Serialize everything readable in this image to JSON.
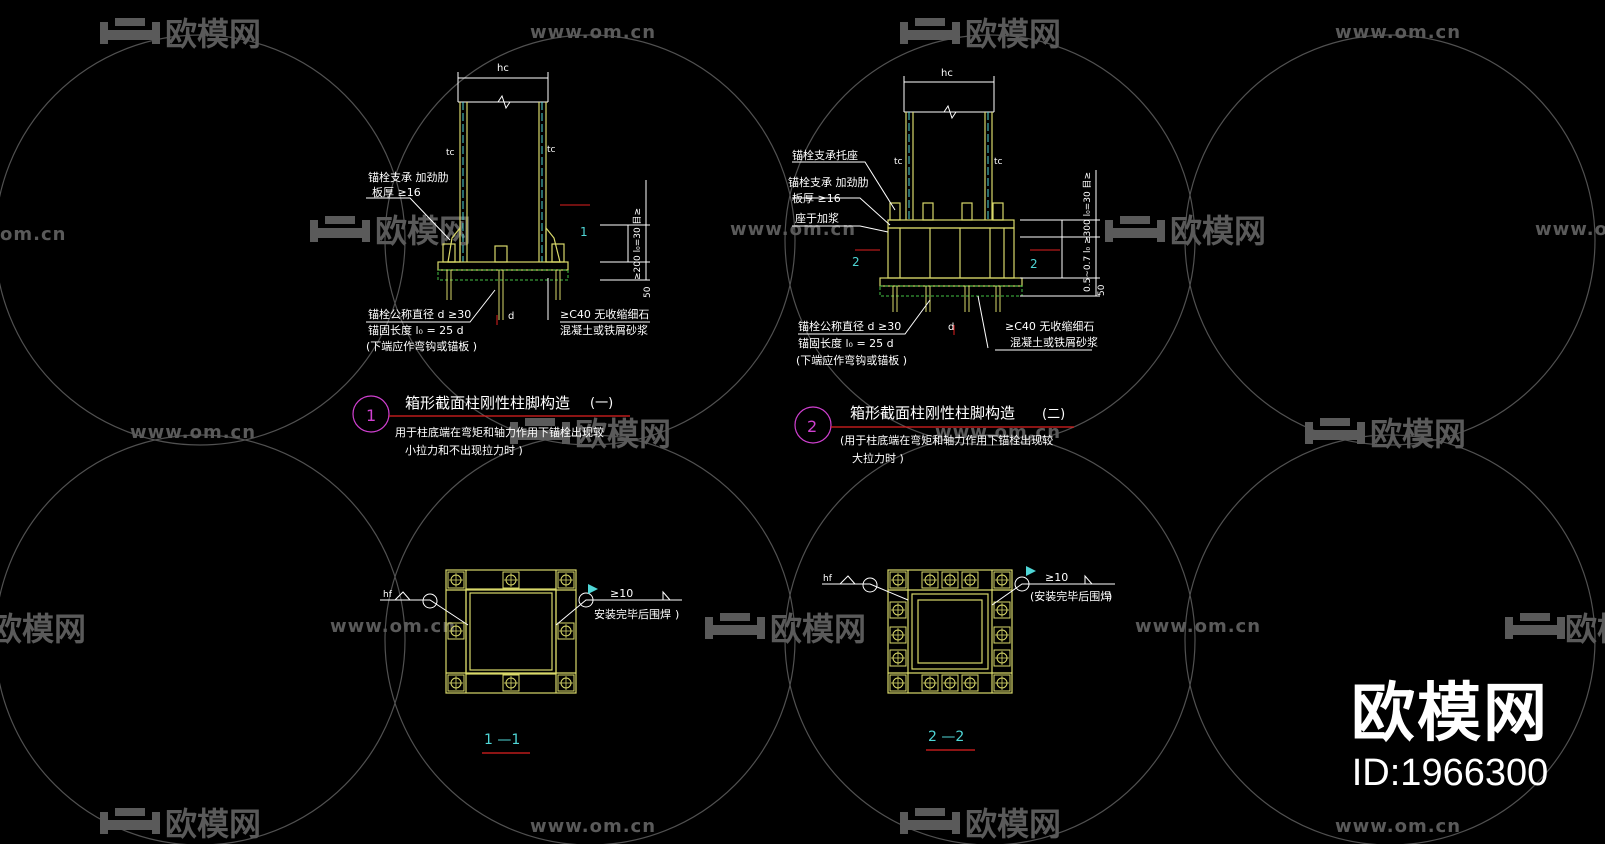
{
  "watermark": {
    "logo_text": "欧模网",
    "url_text": "www.om.cn",
    "url_short": "om.cn"
  },
  "brand": {
    "name": "欧模网",
    "id": "ID:1966300"
  },
  "colors": {
    "background": "#000000",
    "column": "#d9d96a",
    "dimension": "#ffffff",
    "label": "#ffffff",
    "leader_cyan": "#4fd6d6",
    "grout": "#44c244",
    "underline": "#e02020",
    "circle_magenta": "#d040d0",
    "watermark": "#5a5a5a"
  },
  "detail1": {
    "dim_top": "hc",
    "thickness_left": "tc",
    "thickness_right": "tc",
    "label_stiffener_line1": "锚栓支承 加劲肋",
    "label_stiffener_line2": "板厚 ≥16",
    "section_marker": "1",
    "side_dims": "≥200  l₀=30 目≥",
    "bottom_dim": "50",
    "label_bolt_line1": "锚栓公称直径  d ≥30",
    "label_bolt_line2": "锚固长度   l₀ = 25 d",
    "label_bolt_line3": "(下端应作弯钩或锚板    )",
    "dim_d": "d",
    "label_grout_line1": "≥C40  无收缩细石",
    "label_grout_line2": "混凝土或铁屑砂浆",
    "number": "1",
    "title": "箱形截面柱刚性柱脚构造",
    "title_suffix": "(一)",
    "note_line1": "用于柱底端在弯矩和轴力作用下锚栓出现较",
    "note_line2": "小拉力和不出现拉力时      )"
  },
  "detail2": {
    "dim_top": "hc",
    "thickness_left": "tc",
    "thickness_right": "tc",
    "label_support": "锚栓支承托座",
    "label_stiffener_line1": "锚栓支承 加劲肋",
    "label_stiffener_line2": "板厚 ≥16",
    "label_shim": "座于加浆",
    "section_marker": "2",
    "side_dims": "0.5~0.7 l₀  ≥300  l₀=30 目≥",
    "bottom_dim": "50",
    "label_bolt_line1": "锚栓公称直径  d ≥30",
    "label_bolt_line2": "锚固长度   l₀ = 25 d",
    "label_bolt_line3": "(下端应作弯钩或锚板    )",
    "dim_d": "d",
    "label_grout_line1": "≥C40  无收缩细石",
    "label_grout_line2": "混凝土或铁屑砂浆",
    "number": "2",
    "title": "箱形截面柱刚性柱脚构造",
    "title_suffix": "(二)",
    "note_line1": "(用于柱底端在弯矩和轴力作用下锚栓出现较",
    "note_line2": "大拉力时   )"
  },
  "plan1": {
    "weld_left": "hf",
    "weld_right": "≥10",
    "note": "安装完毕后围焊",
    "note_paren": ")",
    "label": "1 —1"
  },
  "plan2": {
    "weld_left": "hf",
    "weld_right": "≥10",
    "note": "(安装完毕后围焊",
    "note_paren": ")",
    "label": "2 —2"
  }
}
